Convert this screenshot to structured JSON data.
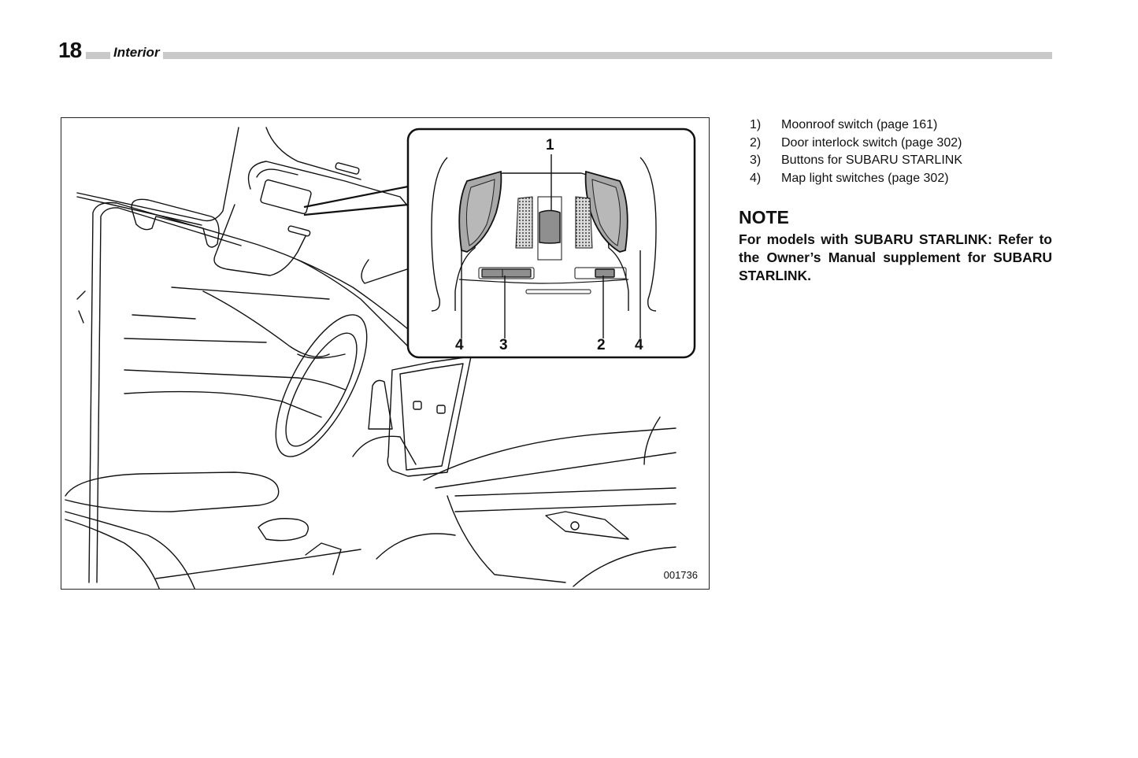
{
  "header": {
    "page_number": "18",
    "section_title": "Interior"
  },
  "figure": {
    "id": "001736",
    "callouts": [
      {
        "label": "1",
        "target": "moonroof-switch"
      },
      {
        "label": "4",
        "target": "map-light-switch-left"
      },
      {
        "label": "3",
        "target": "starlink-buttons"
      },
      {
        "label": "2",
        "target": "door-interlock-switch"
      },
      {
        "label": "4",
        "target": "map-light-switch-right"
      }
    ],
    "colors": {
      "line": "#111111",
      "fill_gray": "#a9a9a9",
      "switch_gray": "#8f8f8f"
    }
  },
  "legend": {
    "items": [
      {
        "num": "1)",
        "text": "Moonroof switch (page 161)"
      },
      {
        "num": "2)",
        "text": "Door interlock switch (page 302)"
      },
      {
        "num": "3)",
        "text": "Buttons for SUBARU STARLINK"
      },
      {
        "num": "4)",
        "text": "Map light switches (page 302)"
      }
    ]
  },
  "note": {
    "heading": "NOTE",
    "body": "For models with SUBARU STARLINK: Refer to the Owner’s Manual supplement for SUBARU STARLINK."
  }
}
